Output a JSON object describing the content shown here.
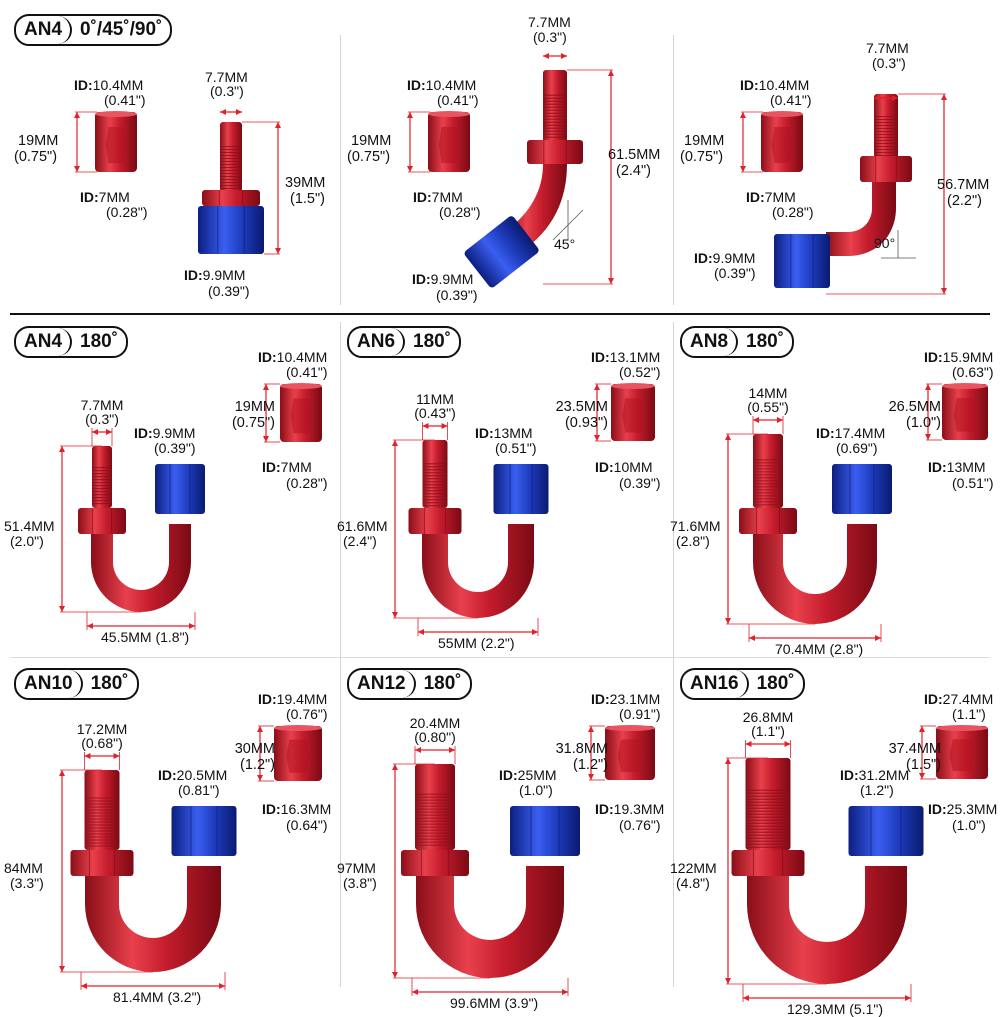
{
  "colors": {
    "red": "#cc1f2f",
    "blue": "#1f3ec0",
    "dim": "#e0202a"
  },
  "id_prefix": "ID:",
  "top": [
    {
      "badge": {
        "size": "AN4",
        "angle": "0˚/45˚/90˚"
      },
      "hose_end": {
        "top_id": "10.4MM",
        "top_id_in": "(0.41\")",
        "height": "19MM",
        "height_in": "(0.75\")",
        "bottom_id": "7MM",
        "bottom_id_in": "(0.28\")"
      },
      "fitting": {
        "tube": "7.7MM",
        "tube_in": "(0.3\")",
        "length": "39MM",
        "length_in": "(1.5\")",
        "nut_id": "9.9MM",
        "nut_id_in": "(0.39\")",
        "angle_mark": ""
      }
    },
    {
      "badge": {
        "size": "",
        "angle": ""
      },
      "hose_end": {
        "top_id": "10.4MM",
        "top_id_in": "(0.41\")",
        "height": "19MM",
        "height_in": "(0.75\")",
        "bottom_id": "7MM",
        "bottom_id_in": "(0.28\")"
      },
      "fitting": {
        "tube": "7.7MM",
        "tube_in": "(0.3\")",
        "length": "61.5MM",
        "length_in": "(2.4\")",
        "nut_id": "9.9MM",
        "nut_id_in": "(0.39\")",
        "angle_mark": "45°"
      }
    },
    {
      "badge": {
        "size": "",
        "angle": ""
      },
      "hose_end": {
        "top_id": "10.4MM",
        "top_id_in": "(0.41\")",
        "height": "19MM",
        "height_in": "(0.75\")",
        "bottom_id": "7MM",
        "bottom_id_in": "(0.28\")"
      },
      "fitting": {
        "tube": "7.7MM",
        "tube_in": "(0.3\")",
        "length": "56.7MM",
        "length_in": "(2.2\")",
        "nut_id": "9.9MM",
        "nut_id_in": "(0.39\")",
        "angle_mark": "90°"
      }
    }
  ],
  "bends": [
    {
      "size": "AN4",
      "angle": "180˚",
      "he_top": "10.4MM",
      "he_top_in": "(0.41\")",
      "he_h": "19MM",
      "he_h_in": "(0.75\")",
      "he_bot": "7MM",
      "he_bot_in": "(0.28\")",
      "tube": "7.7MM",
      "tube_in": "(0.3\")",
      "nut": "9.9MM",
      "nut_in": "(0.39\")",
      "height": "51.4MM",
      "height_in": "(2.0\")",
      "width": "45.5MM (1.8\")"
    },
    {
      "size": "AN6",
      "angle": "180˚",
      "he_top": "13.1MM",
      "he_top_in": "(0.52\")",
      "he_h": "23.5MM",
      "he_h_in": "(0.93\")",
      "he_bot": "10MM",
      "he_bot_in": "(0.39\")",
      "tube": "11MM",
      "tube_in": "(0.43\")",
      "nut": "13MM",
      "nut_in": "(0.51\")",
      "height": "61.6MM",
      "height_in": "(2.4\")",
      "width": "55MM (2.2\")"
    },
    {
      "size": "AN8",
      "angle": "180˚",
      "he_top": "15.9MM",
      "he_top_in": "(0.63\")",
      "he_h": "26.5MM",
      "he_h_in": "(1.0\")",
      "he_bot": "13MM",
      "he_bot_in": "(0.51\")",
      "tube": "14MM",
      "tube_in": "(0.55\")",
      "nut": "17.4MM",
      "nut_in": "(0.69\")",
      "height": "71.6MM",
      "height_in": "(2.8\")",
      "width": "70.4MM (2.8\")"
    },
    {
      "size": "AN10",
      "angle": "180˚",
      "he_top": "19.4MM",
      "he_top_in": "(0.76\")",
      "he_h": "30MM",
      "he_h_in": "(1.2\")",
      "he_bot": "16.3MM",
      "he_bot_in": "(0.64\")",
      "tube": "17.2MM",
      "tube_in": "(0.68\")",
      "nut": "20.5MM",
      "nut_in": "(0.81\")",
      "height": "84MM",
      "height_in": "(3.3\")",
      "width": "81.4MM (3.2\")"
    },
    {
      "size": "AN12",
      "angle": "180˚",
      "he_top": "23.1MM",
      "he_top_in": "(0.91\")",
      "he_h": "31.8MM",
      "he_h_in": "(1.2\")",
      "he_bot": "19.3MM",
      "he_bot_in": "(0.76\")",
      "tube": "20.4MM",
      "tube_in": "(0.80\")",
      "nut": "25MM",
      "nut_in": "(1.0\")",
      "height": "97MM",
      "height_in": "(3.8\")",
      "width": "99.6MM (3.9\")"
    },
    {
      "size": "AN16",
      "angle": "180˚",
      "he_top": "27.4MM",
      "he_top_in": "(1.1\")",
      "he_h": "37.4MM",
      "he_h_in": "(1.5\")",
      "he_bot": "25.3MM",
      "he_bot_in": "(1.0\")",
      "tube": "26.8MM",
      "tube_in": "(1.1\")",
      "nut": "31.2MM",
      "nut_in": "(1.2\")",
      "height": "122MM",
      "height_in": "(4.8\")",
      "width": "129.3MM (5.1\")"
    }
  ]
}
